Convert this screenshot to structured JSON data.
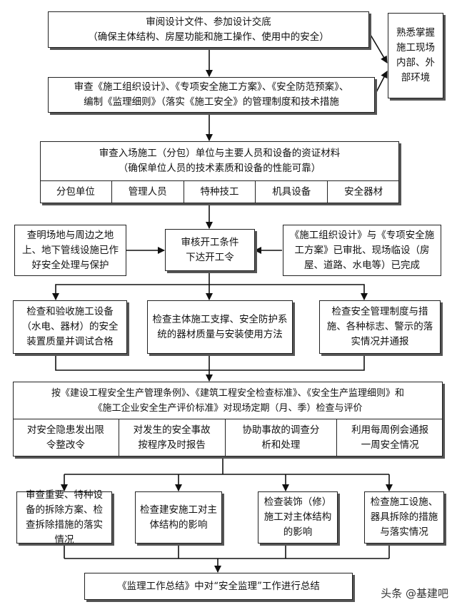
{
  "step1": {
    "line1": "审阅设计文件、参加设计交底",
    "line2": "（确保主体结构、房屋功能和施工操作、使用中的安全）"
  },
  "side_note": "熟悉掌握施工现场内部、外部环境",
  "step2": {
    "line1": "审查《施工组织设计》、《专项安全施工方案》、《安全防范预案》、",
    "line2": "编制《监理细则》（落实《施工安全》的管理制度和技术措施"
  },
  "step3": {
    "line1": "审查入场施工（分包）单位与主要人员和设备的资证材料",
    "line2": "（确保单位人员的技术素质和设备的性能可靠）",
    "cells": [
      "分包单位",
      "管理人员",
      "特种技工",
      "机具设备",
      "安全器材"
    ]
  },
  "left_cond": "查明场地与周边之地上、地下管线设施已作好安全处理与保护",
  "center_review": {
    "line1": "审核开工条件",
    "line2": "下达开工令"
  },
  "right_cond": "《施工组织设计》与《专项安全施工方案》已审批、现场临设（房屋、道路、水电等）已完成",
  "checks": [
    "检查和验收施工设备（水电、器材）的安全装置质量并调试合格",
    "检查主体施工支撑、安全防护系统的器材质量与安装使用方法",
    "检查安全管理制度与措施、各种标志、警示的落实情况并通报"
  ],
  "inspection": {
    "line1": "按《建设工程安全生产管理条例》、《建筑工程安全检查标准》、《安全生产监理细则》和",
    "line2": "《施工企业安全生产评价标准》对现场定期（月、季）检查与评价",
    "cells": [
      "对安全隐患发出限令整改令",
      "对发生的安全事故按程序及时报告",
      "协助事故的调查分析和处理",
      "利用每周例会通报一周安全情况"
    ]
  },
  "bottom_checks": [
    "审查重要、特种设备的拆除方案、检查拆除措施的落实情况",
    "检查建安施工对主体结构的影响",
    "检查装饰（修）施工对主体结构的影响",
    "检查施工设施、器具拆除的措施与落实情况"
  ],
  "summary": "《监理工作总结》中对“安全监理”工作进行总结",
  "watermark": "头条 @基建吧"
}
